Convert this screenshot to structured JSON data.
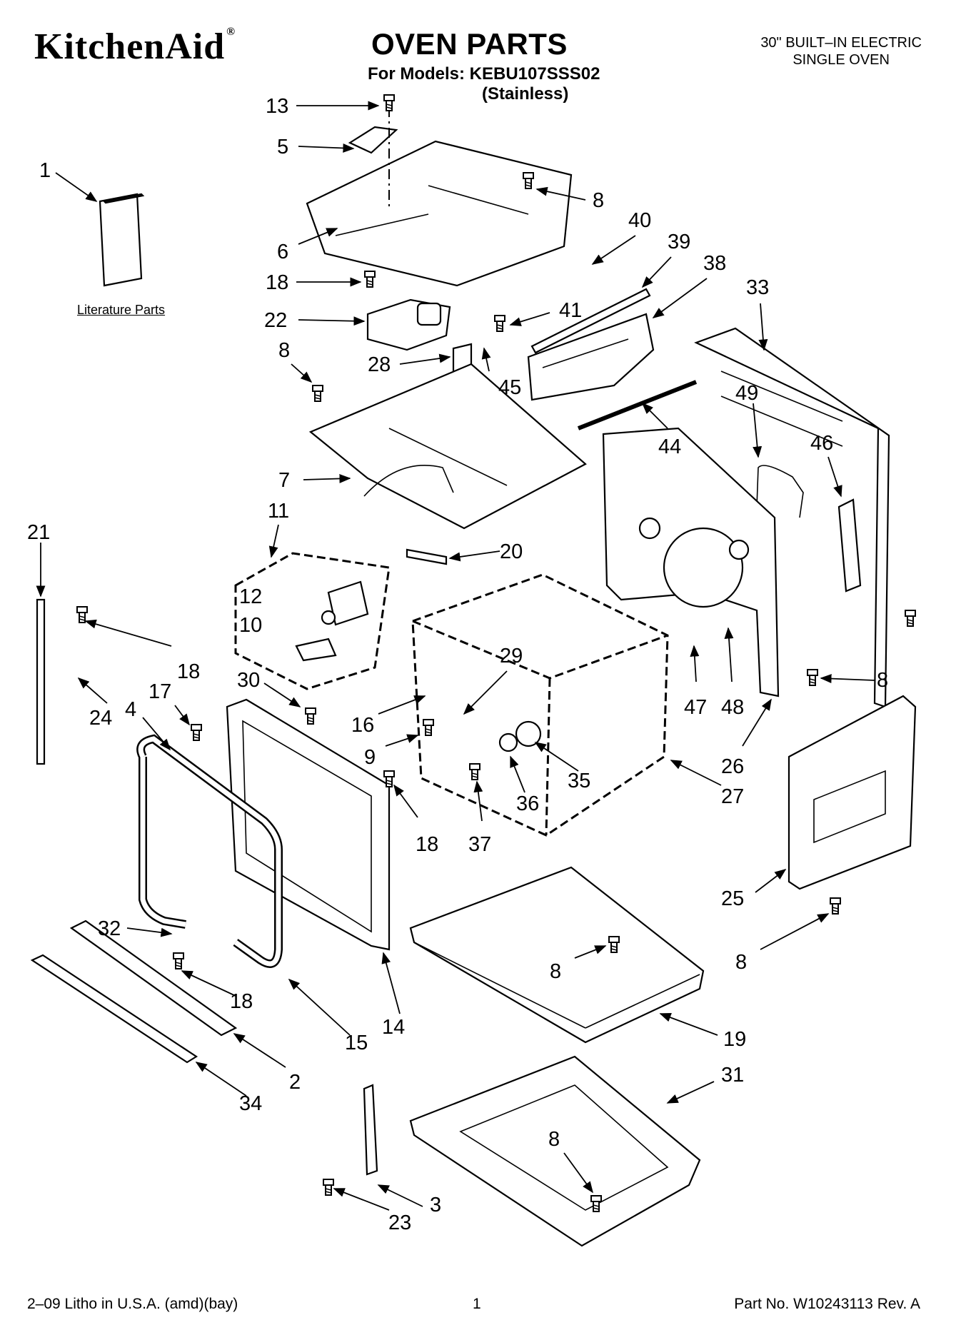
{
  "header": {
    "brand": "KitchenAid",
    "brand_mark": "®",
    "title": "OVEN PARTS",
    "models": "For Models: KEBU107SSS02",
    "variant": "(Stainless)",
    "spec_line1": "30\" BUILT–IN ELECTRIC",
    "spec_line2": "SINGLE OVEN"
  },
  "literature_label": "Literature Parts",
  "callouts": [
    {
      "id": "c13",
      "label": "13"
    },
    {
      "id": "c5",
      "label": "5"
    },
    {
      "id": "c1",
      "label": "1"
    },
    {
      "id": "c8a",
      "label": "8"
    },
    {
      "id": "c6",
      "label": "6"
    },
    {
      "id": "c40",
      "label": "40"
    },
    {
      "id": "c39",
      "label": "39"
    },
    {
      "id": "c38",
      "label": "38"
    },
    {
      "id": "c33",
      "label": "33"
    },
    {
      "id": "c18a",
      "label": "18"
    },
    {
      "id": "c22",
      "label": "22"
    },
    {
      "id": "c41",
      "label": "41"
    },
    {
      "id": "c8b",
      "label": "8"
    },
    {
      "id": "c28",
      "label": "28"
    },
    {
      "id": "c45",
      "label": "45"
    },
    {
      "id": "c49",
      "label": "49"
    },
    {
      "id": "c46",
      "label": "46"
    },
    {
      "id": "c44",
      "label": "44"
    },
    {
      "id": "c7",
      "label": "7"
    },
    {
      "id": "c11",
      "label": "11"
    },
    {
      "id": "c21",
      "label": "21"
    },
    {
      "id": "c20",
      "label": "20"
    },
    {
      "id": "c12",
      "label": "12"
    },
    {
      "id": "c10",
      "label": "10"
    },
    {
      "id": "c18b",
      "label": "18"
    },
    {
      "id": "c30",
      "label": "30"
    },
    {
      "id": "c29",
      "label": "29"
    },
    {
      "id": "c17",
      "label": "17"
    },
    {
      "id": "c4",
      "label": "4"
    },
    {
      "id": "c24",
      "label": "24"
    },
    {
      "id": "c16",
      "label": "16"
    },
    {
      "id": "c47",
      "label": "47"
    },
    {
      "id": "c48",
      "label": "48"
    },
    {
      "id": "c8c",
      "label": "8"
    },
    {
      "id": "c9",
      "label": "9"
    },
    {
      "id": "c35",
      "label": "35"
    },
    {
      "id": "c26",
      "label": "26"
    },
    {
      "id": "c36",
      "label": "36"
    },
    {
      "id": "c27",
      "label": "27"
    },
    {
      "id": "c18c",
      "label": "18"
    },
    {
      "id": "c37",
      "label": "37"
    },
    {
      "id": "c25",
      "label": "25"
    },
    {
      "id": "c32",
      "label": "32"
    },
    {
      "id": "c8d",
      "label": "8"
    },
    {
      "id": "c8e",
      "label": "8"
    },
    {
      "id": "c18d",
      "label": "18"
    },
    {
      "id": "c14",
      "label": "14"
    },
    {
      "id": "c19",
      "label": "19"
    },
    {
      "id": "c15",
      "label": "15"
    },
    {
      "id": "c2",
      "label": "2"
    },
    {
      "id": "c31",
      "label": "31"
    },
    {
      "id": "c34",
      "label": "34"
    },
    {
      "id": "c8f",
      "label": "8"
    },
    {
      "id": "c3",
      "label": "3"
    },
    {
      "id": "c23",
      "label": "23"
    }
  ],
  "footer": {
    "left": "2–09 Litho in U.S.A. (amd)(bay)",
    "page": "1",
    "part_no": "Part No. W10243113 Rev. A"
  }
}
